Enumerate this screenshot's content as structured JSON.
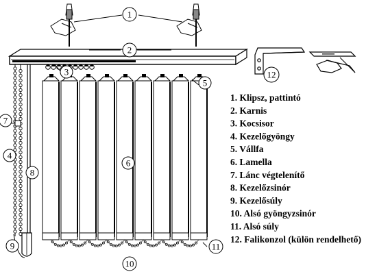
{
  "callouts": {
    "c1": "1",
    "c2": "2",
    "c3": "3",
    "c4": "4",
    "c5": "5",
    "c6": "6",
    "c7": "7",
    "c8": "8",
    "c9": "9",
    "c10": "10",
    "c11": "11",
    "c12": "12"
  },
  "legend": [
    "1. Klipsz, pattintó",
    "2. Karnis",
    "3. Kocsisor",
    "4. Kezelőgyöngy",
    "5. Vállfa",
    "6. Lamella",
    "7. Lánc végtelenítő",
    "8. Kezelőzsinór",
    "9. Kezelősúly",
    "10. Alsó gyöngyzsinór",
    "11. Alsó súly",
    "12. Falikonzol (külön rendelhető)"
  ]
}
